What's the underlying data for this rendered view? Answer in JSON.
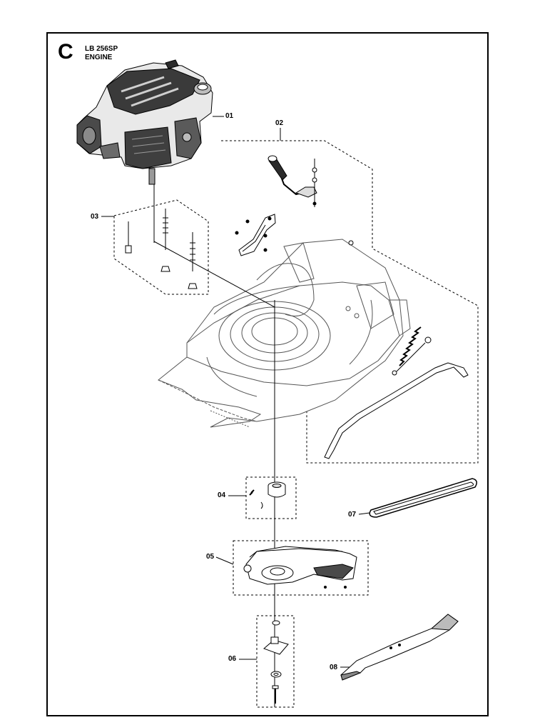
{
  "header": {
    "section_letter": "C",
    "model": "LB 256SP",
    "title": "ENGINE"
  },
  "callouts": {
    "c01": "01",
    "c02": "02",
    "c03": "03",
    "c04": "04",
    "c05": "05",
    "c06": "06",
    "c07": "07",
    "c08": "08"
  },
  "colors": {
    "line": "#000000",
    "part_fill": "#ffffff",
    "engine_dark": "#2b2b2b",
    "engine_mid": "#8a8a8a",
    "deck_line": "#555555"
  }
}
